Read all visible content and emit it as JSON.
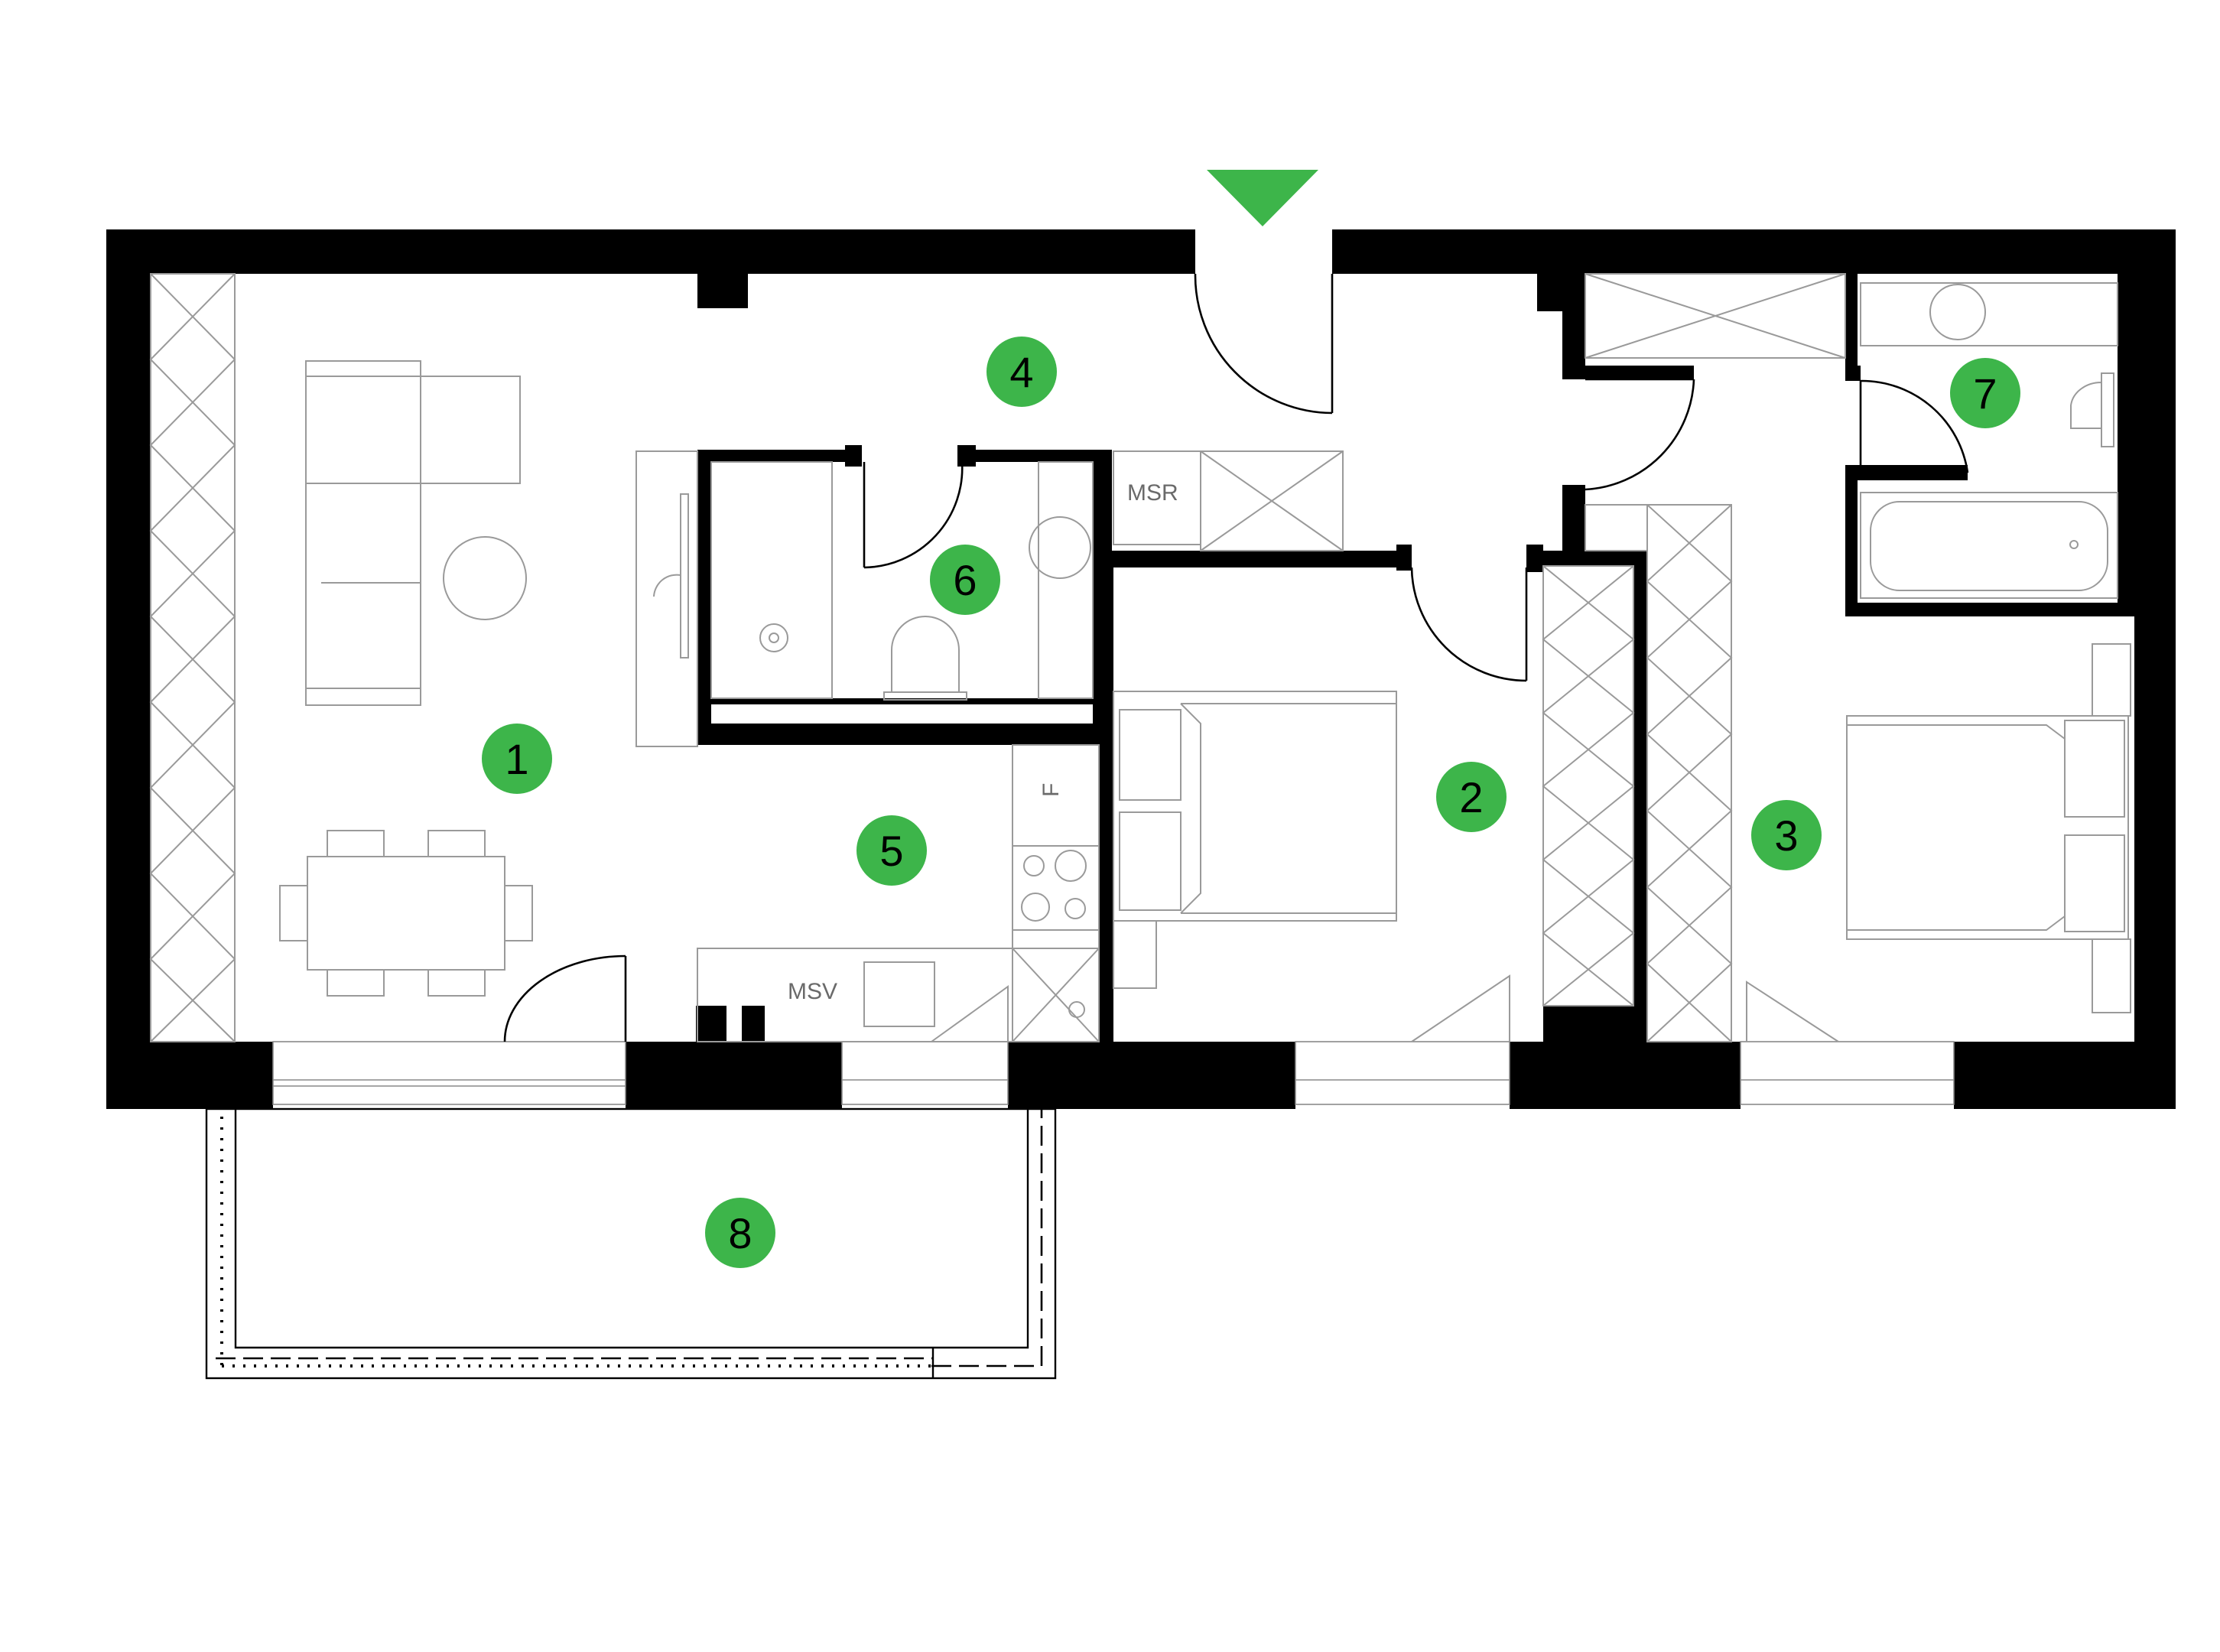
{
  "colors": {
    "accent": "#3DB54A",
    "wall": "#000000",
    "line": "#9a9a9a"
  },
  "entrance": {
    "icon": "entrance-arrow-icon"
  },
  "rooms": [
    {
      "number": "1"
    },
    {
      "number": "2"
    },
    {
      "number": "3"
    },
    {
      "number": "4"
    },
    {
      "number": "5"
    },
    {
      "number": "6"
    },
    {
      "number": "7"
    },
    {
      "number": "8"
    }
  ],
  "fixtures": {
    "msr_label": "MSR",
    "msv_label": "MSV",
    "fridge_label": "F"
  }
}
